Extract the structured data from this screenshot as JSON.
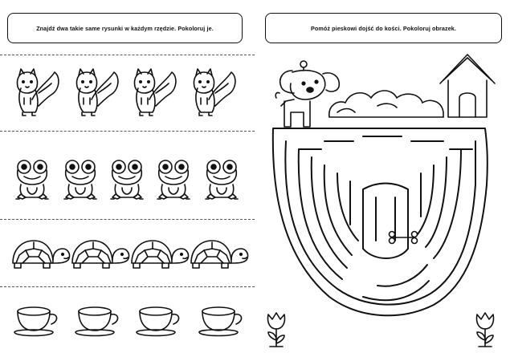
{
  "left_page": {
    "instruction": "Znajdź dwa takie same rysunki w każdym rzędzie. Pokoloruj je.",
    "rows": [
      {
        "name": "squirrels",
        "count": 4
      },
      {
        "name": "frogs",
        "count": 5
      },
      {
        "name": "turtles",
        "count": 4
      },
      {
        "name": "teacups",
        "count": 4
      }
    ]
  },
  "right_page": {
    "instruction": "Pomóż pieskowi dojść do kości. Pokoloruj obrazek."
  },
  "colors": {
    "ink": "#111111",
    "paper": "#ffffff",
    "divider": "#555555"
  }
}
